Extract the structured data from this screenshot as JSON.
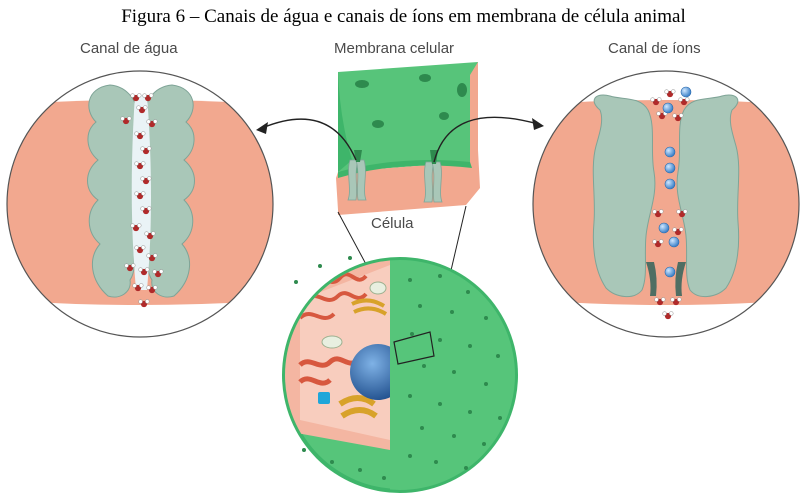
{
  "figure": {
    "title": "Figura 6 – Canais de água e canais de íons em membrana de célula animal"
  },
  "labels": {
    "water_channel": "Canal de água",
    "cell_membrane": "Membrana celular",
    "ion_channel": "Canal de íons",
    "cell": "Célula"
  },
  "colors": {
    "membrane_salmon": "#F2A88F",
    "protein_grey_green": "#A9C7B8",
    "cell_green": "#3EB56A",
    "cell_green_light": "#6FCB8C",
    "ion_blue": "#3D8ACB",
    "water_red": "#B02A2A",
    "nucleus_blue": "#2E5FA0"
  }
}
